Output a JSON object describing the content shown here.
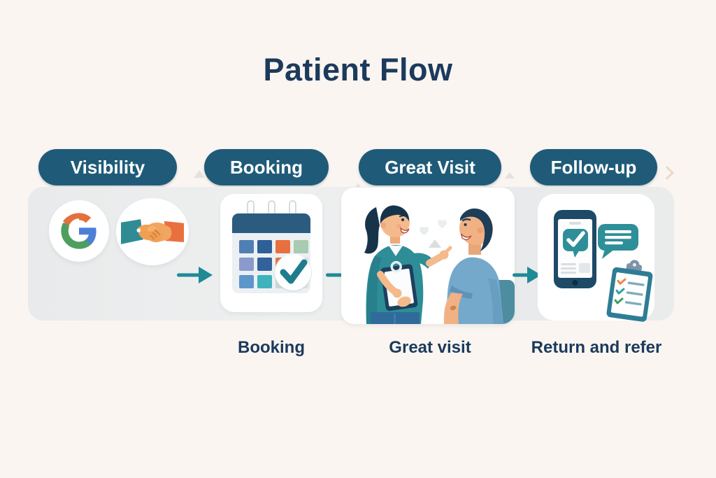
{
  "title": "Patient Flow",
  "stages": [
    {
      "pill_label": "Visibility",
      "caption": "",
      "icons": [
        "google-logo",
        "handshake-icon"
      ]
    },
    {
      "pill_label": "Booking",
      "caption": "Booking",
      "icons": [
        "calendar-check-icon"
      ]
    },
    {
      "pill_label": "Great Visit",
      "caption": "Great visit",
      "icons": [
        "nurse-patient-illustration"
      ]
    },
    {
      "pill_label": "Follow-up",
      "caption": "Return and refer",
      "icons": [
        "phone-message-check-icon",
        "chat-bubble-icon",
        "checklist-clipboard-icon"
      ]
    }
  ],
  "arrows": {
    "count": 3,
    "direction": "right"
  },
  "colors": {
    "page_bg": "#FAF5F1",
    "navy_text": "#1C3A5C",
    "pill_bg": "#1F5B79",
    "pill_text": "#FFFFFF",
    "band_bg": "#E9EBEC",
    "card_bg": "#FFFFFF",
    "arrow_teal": "#1F8A96",
    "google_blue": "#4C7FD6",
    "google_orange": "#E4703D",
    "google_green": "#4E9F5F",
    "handshake_teal_sleeve": "#2F8C94",
    "handshake_orange_sleeve": "#E8703F",
    "calendar_header_navy": "#2B5C80",
    "check_teal": "#1E7D8C",
    "scrub_teal": "#2E8D97",
    "shirt_blue": "#74A9CB",
    "skin_tone": "#F5BA8C",
    "phone_navy": "#1D4A66",
    "bubble_teal": "#2E8F99",
    "clipboard_teal": "#2E7D96",
    "checklist_orange": "#E8894A",
    "checklist_teal": "#2FA3A8",
    "checklist_green": "#34A35E"
  }
}
